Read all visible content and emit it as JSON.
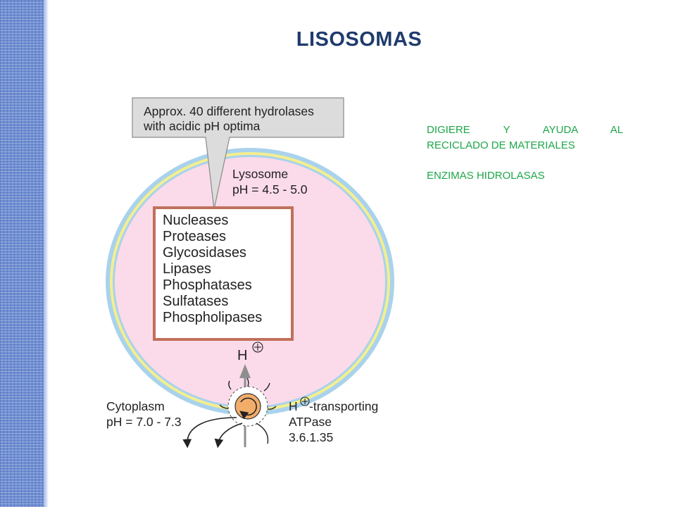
{
  "slide": {
    "title": "LISOSOMAS",
    "notes": {
      "line1": "DIGIERE Y AYUDA AL",
      "line2": "RECICLADO DE MATERIALES",
      "line3": "ENZIMAS HIDROLASAS"
    }
  },
  "diagram": {
    "callout_line1": "Approx. 40 different hydrolases",
    "callout_line2": "with acidic pH optima",
    "organelle_name": "Lysosome",
    "organelle_ph": "pH = 4.5 - 5.0",
    "enzymes": [
      "Nucleases",
      "Proteases",
      "Glycosidases",
      "Lipases",
      "Phosphatases",
      "Sulfatases",
      "Phospholipases"
    ],
    "proton_symbol": "H",
    "cytoplasm_name": "Cytoplasm",
    "cytoplasm_ph": "pH = 7.0 - 7.3",
    "pump_line1": "-transporting",
    "pump_line2": "ATPase",
    "pump_line3": "3.6.1.35"
  },
  "colors": {
    "title": "#1f3b6d",
    "notes": "#1ea64a",
    "lumen": "#fbdbe9",
    "membrane_outer": "#a9d2ec",
    "membrane_inner": "#f3ef8f",
    "enzyme_box_border": "#c0705b",
    "callout_fill": "#dcdcdc",
    "pump_fill": "#f2ad6b",
    "side_band": "#6f8fd3"
  }
}
